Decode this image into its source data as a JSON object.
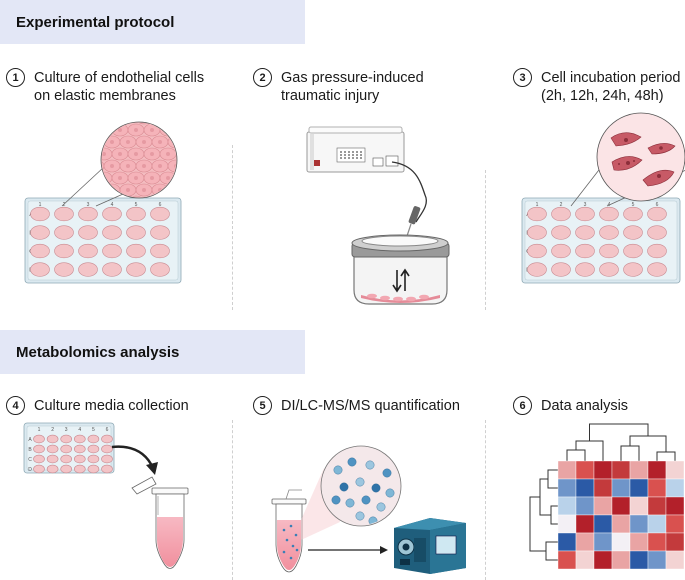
{
  "sections": {
    "protocol_title": "Experimental protocol",
    "analysis_title": "Metabolomics analysis"
  },
  "steps": [
    {
      "number": "1",
      "line1": "Culture of endothelial cells",
      "line2": "on elastic membranes"
    },
    {
      "number": "2",
      "line1": "Gas pressure-induced",
      "line2": "traumatic injury"
    },
    {
      "number": "3",
      "line1": "Cell incubation period",
      "line2": "(2h, 12h, 24h, 48h)"
    },
    {
      "number": "4",
      "line1": "Culture media collection",
      "line2": ""
    },
    {
      "number": "5",
      "line1": "DI/LC-MS/MS quantification",
      "line2": ""
    },
    {
      "number": "6",
      "line1": "Data analysis",
      "line2": ""
    }
  ],
  "plate": {
    "column_labels": [
      "1",
      "2",
      "3",
      "4",
      "5",
      "6"
    ],
    "row_labels": [
      "A",
      "B",
      "C",
      "D"
    ]
  },
  "colors": {
    "banner": "#e3e7f6",
    "well_pink": "#f3c4c7",
    "plate_blue": "#dbe9f0",
    "heat_red": "#b3202a",
    "heat_blue": "#2b5aa6"
  },
  "icons": [
    "well-plate",
    "cell-zoom-circle",
    "pressure-device",
    "pressure-chamber",
    "tube",
    "mass-spectrometer",
    "heatmap-dendrogram"
  ]
}
